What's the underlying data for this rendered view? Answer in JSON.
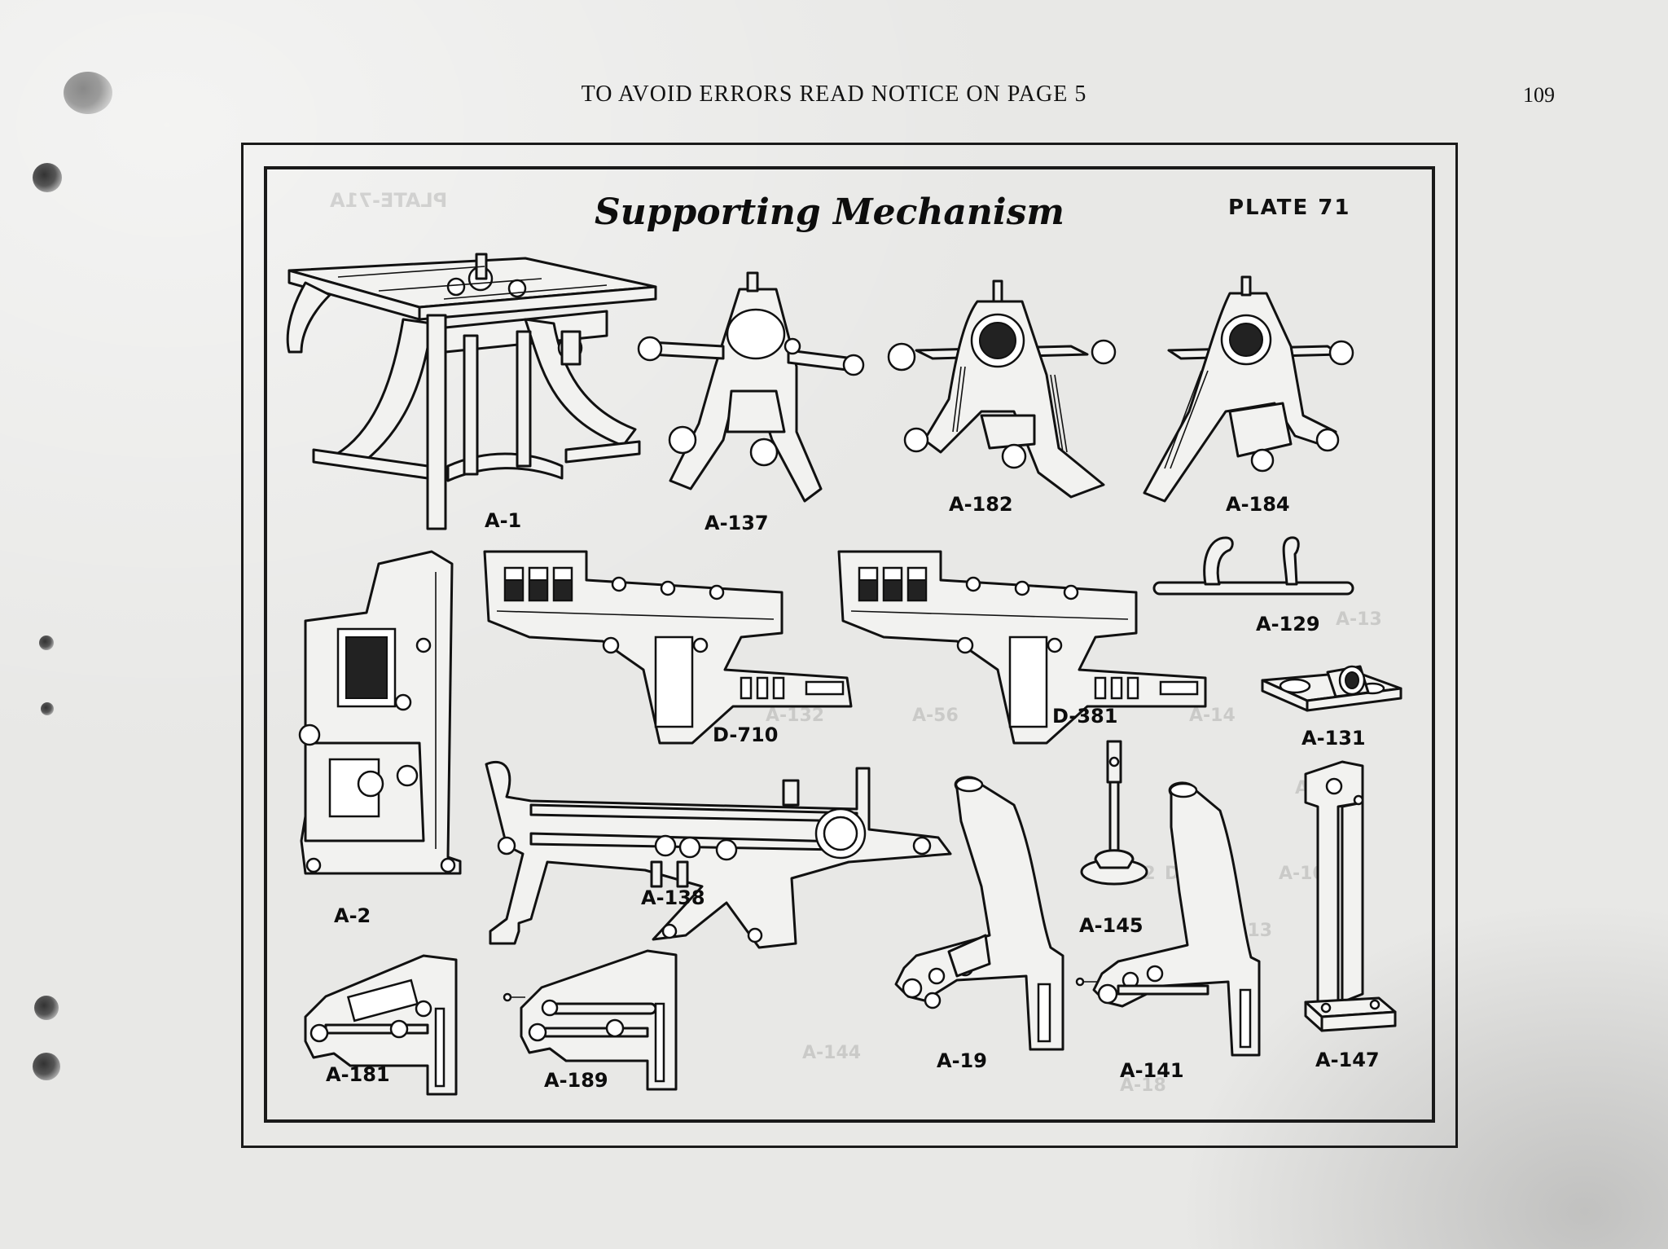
{
  "header": {
    "running_head": "TO AVOID ERRORS READ NOTICE ON PAGE 5",
    "page_number": "109"
  },
  "plate": {
    "title": "Supporting Mechanism",
    "plate_label": "PLATE 71"
  },
  "bleed_through": [
    "PLATE-71A",
    "A-56",
    "A-14",
    "A-5",
    "A-13",
    "A-132",
    "A-105",
    "A-18",
    "A-144",
    "A-113",
    "D-362",
    "D-361"
  ],
  "parts": [
    {
      "id": "A-1"
    },
    {
      "id": "A-137"
    },
    {
      "id": "A-182"
    },
    {
      "id": "A-184"
    },
    {
      "id": "A-2"
    },
    {
      "id": "D-710"
    },
    {
      "id": "D-381"
    },
    {
      "id": "A-129"
    },
    {
      "id": "A-131"
    },
    {
      "id": "A-138"
    },
    {
      "id": "A-145"
    },
    {
      "id": "A-19"
    },
    {
      "id": "A-141"
    },
    {
      "id": "A-147"
    },
    {
      "id": "A-181"
    },
    {
      "id": "A-189"
    }
  ]
}
